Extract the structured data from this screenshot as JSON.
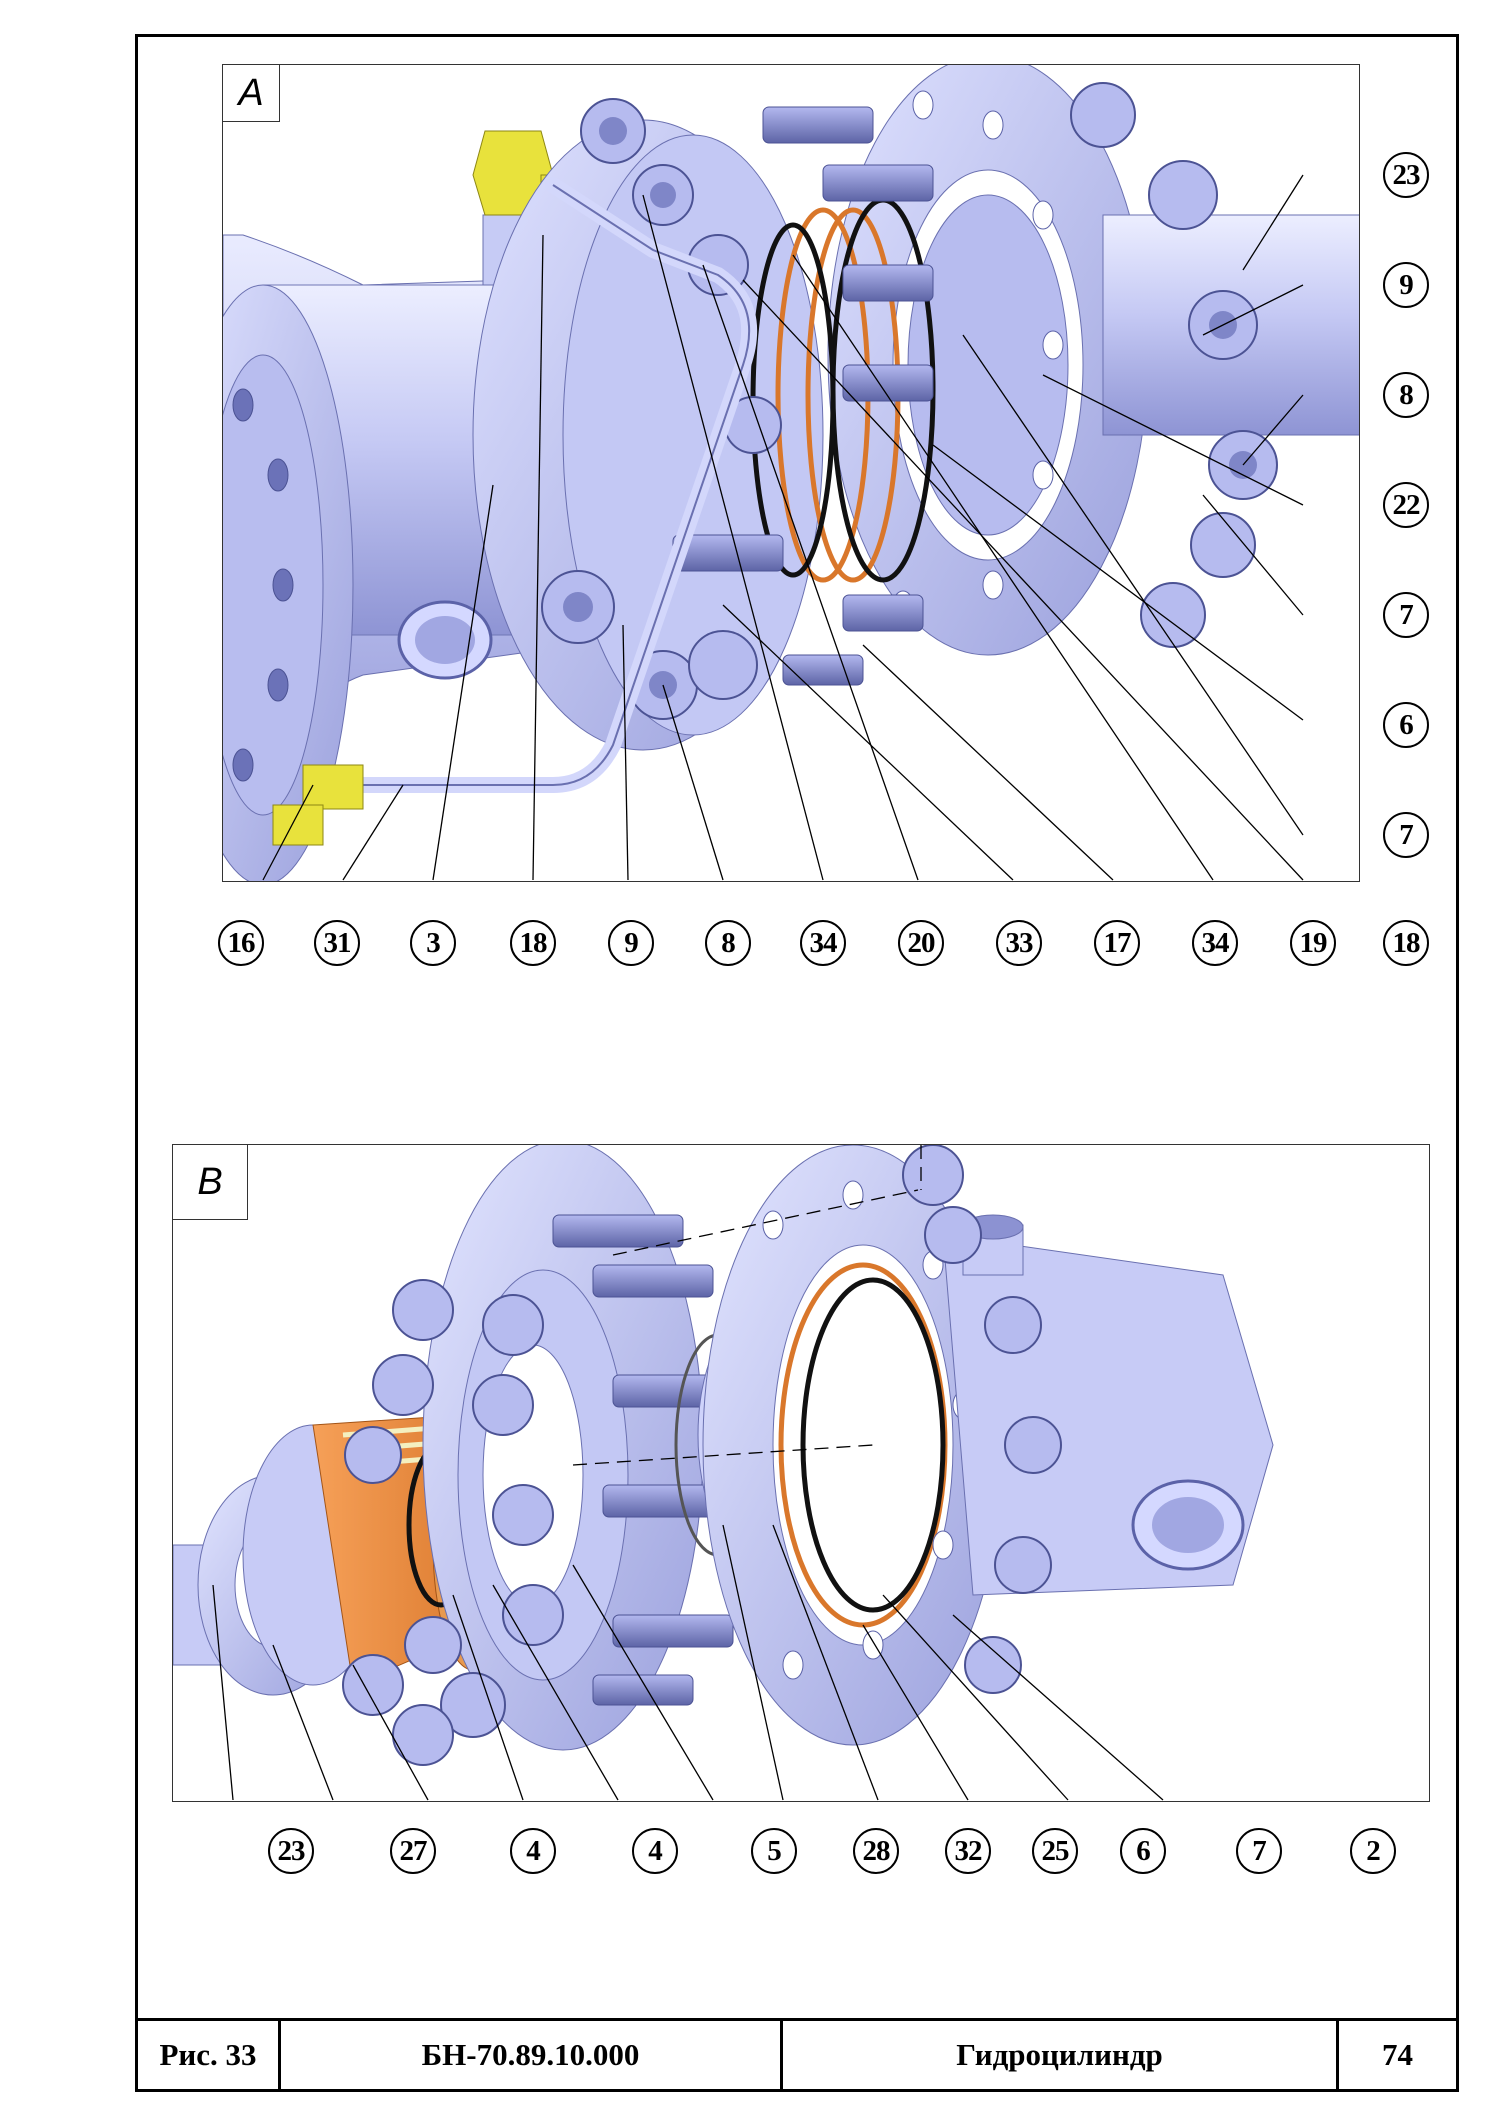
{
  "views": {
    "a": {
      "label": "A",
      "callouts_right": [
        "23",
        "9",
        "8",
        "22",
        "7",
        "6",
        "7"
      ],
      "callouts_bottom": [
        "16",
        "31",
        "3",
        "18",
        "9",
        "8",
        "34",
        "20",
        "33",
        "17",
        "34",
        "19",
        "18"
      ]
    },
    "b": {
      "label": "B",
      "callouts_bottom": [
        "23",
        "27",
        "4",
        "4",
        "5",
        "28",
        "32",
        "25",
        "6",
        "7",
        "2"
      ]
    }
  },
  "title_block": {
    "figure": "Рис. 33",
    "doc_number": "БН-70.89.10.000",
    "title": "Гидроцилиндр",
    "page": "74"
  },
  "colors": {
    "metal": "#c9cdf6",
    "metal_dark": "#7d84c4",
    "brass": "#e8e23c",
    "seal": "#d9772b",
    "oring": "#111111"
  }
}
